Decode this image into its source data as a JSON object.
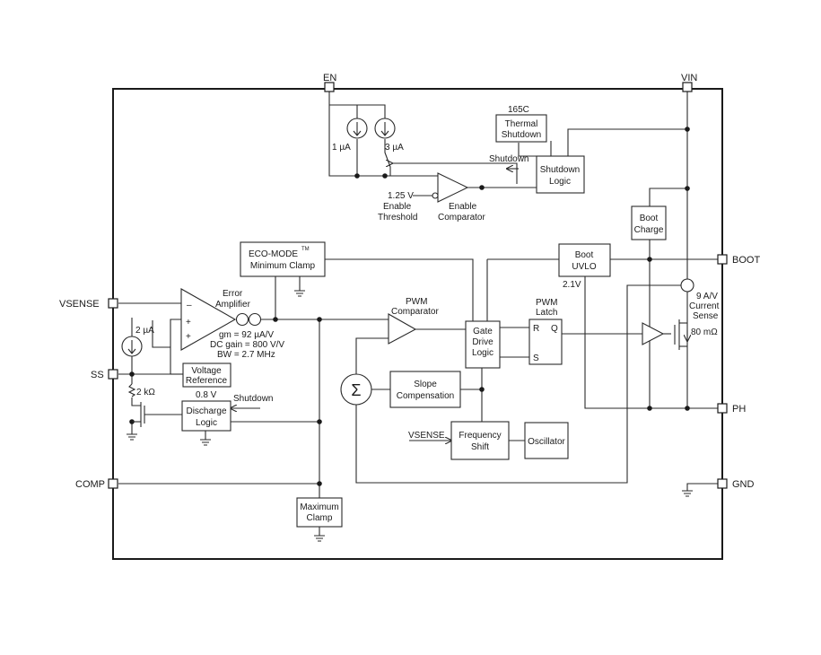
{
  "pins": {
    "en": "EN",
    "vin": "VIN",
    "vsense": "VSENSE",
    "ss": "SS",
    "comp": "COMP",
    "boot": "BOOT",
    "ph": "PH",
    "gnd": "GND"
  },
  "blocks": {
    "thermal_temp": "165C",
    "thermal_1": "Thermal",
    "thermal_2": "Shutdown",
    "shutdown_logic_1": "Shutdown",
    "shutdown_logic_2": "Logic",
    "boot_charge_1": "Boot",
    "boot_charge_2": "Charge",
    "boot_uvlo_1": "Boot",
    "boot_uvlo_2": "UVLO",
    "eco_mode_1": "ECO-MODE",
    "eco_mode_tm": "TM",
    "eco_mode_2": "Minimum Clamp",
    "voltage_ref_1": "Voltage",
    "voltage_ref_2": "Reference",
    "discharge_1": "Discharge",
    "discharge_2": "Logic",
    "slope_1": "Slope",
    "slope_2": "Compensation",
    "gate_1": "Gate",
    "gate_2": "Drive",
    "gate_3": "Logic",
    "latch_r": "R",
    "latch_q": "Q",
    "latch_s": "S",
    "freq_1": "Frequency",
    "freq_2": "Shift",
    "oscillator": "Oscillator",
    "max_clamp_1": "Maximum",
    "max_clamp_2": "Clamp",
    "summer": "Σ"
  },
  "labels": {
    "i_1ua": "1 µA",
    "i_3ua": "3 µA",
    "i_2ua": "2 µA",
    "shutdown_arrow": "Shutdown",
    "enable_v": "1.25 V",
    "enable_thr_1": "Enable",
    "enable_thr_2": "Threshold",
    "enable_comp_1": "Enable",
    "enable_comp_2": "Comparator",
    "err_amp_1": "Error",
    "err_amp_2": "Amplifier",
    "amp_minus": "–",
    "amp_plus1": "+",
    "amp_plus2": "+",
    "gm": "gm = 92 µA/V",
    "dc_gain": "DC gain = 800 V/V",
    "bw": "BW = 2.7 MHz",
    "pwm_comp_1": "PWM",
    "pwm_comp_2": "Comparator",
    "pwm_latch_1": "PWM",
    "pwm_latch_2": "Latch",
    "v_2_1": "2.1V",
    "cur_sense_1": "9 A/V",
    "cur_sense_2": "Current",
    "cur_sense_3": "Sense",
    "rdson": "80 mΩ",
    "r_2k": "2 kΩ",
    "v_0_8": "0.8 V",
    "shutdown_2": "Shutdown",
    "vsense_in": "VSENSE"
  }
}
